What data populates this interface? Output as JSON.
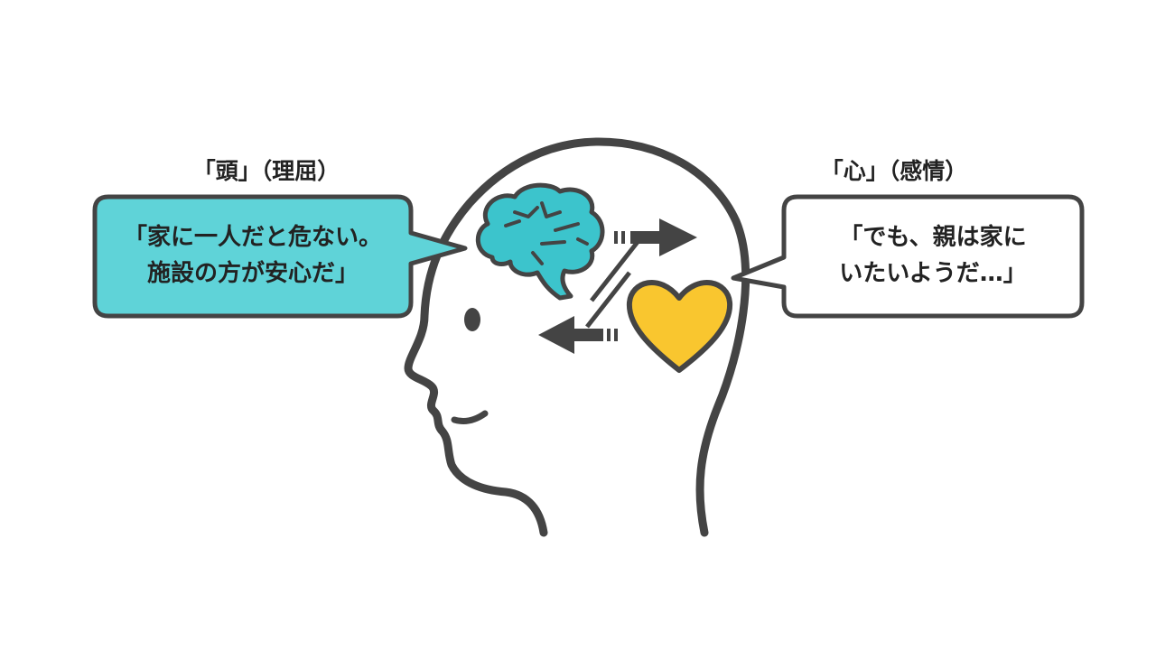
{
  "left": {
    "heading": "「頭」（理屈）",
    "bubble_line1": "「家に一人だと危ない。",
    "bubble_line2": "施設の方が安心だ」",
    "color": "#5fd3d8"
  },
  "right": {
    "heading": "「心」（感情）",
    "bubble_line1": "「でも、親は家に",
    "bubble_line2": "いたいようだ…」",
    "color": "#ffffff"
  },
  "colors": {
    "outline": "#444444",
    "brain": "#3cc4cc",
    "heart": "#f9c62f"
  }
}
